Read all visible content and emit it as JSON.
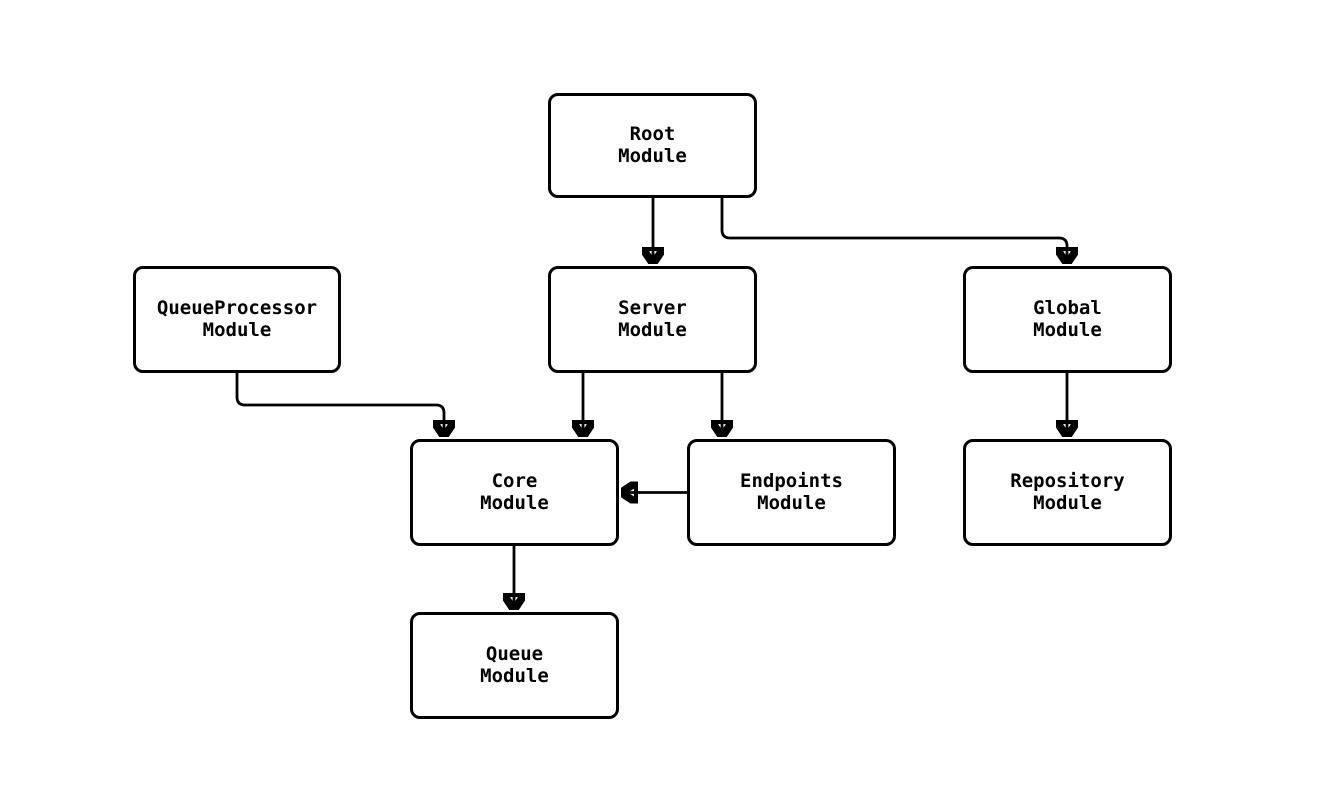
{
  "diagram": {
    "type": "flowchart",
    "colors": {
      "background": "#ffffff",
      "node_fill": "#ffffff",
      "node_border": "#000000",
      "edge": "#000000",
      "text": "#000000"
    },
    "nodes": {
      "root": {
        "line1": "Root",
        "line2": "Module"
      },
      "queueprocessor": {
        "line1": "QueueProcessor",
        "line2": "Module"
      },
      "server": {
        "line1": "Server",
        "line2": "Module"
      },
      "global": {
        "line1": "Global",
        "line2": "Module"
      },
      "core": {
        "line1": "Core",
        "line2": "Module"
      },
      "endpoints": {
        "line1": "Endpoints",
        "line2": "Module"
      },
      "repository": {
        "line1": "Repository",
        "line2": "Module"
      },
      "queue": {
        "line1": "Queue",
        "line2": "Module"
      }
    },
    "edges": [
      {
        "from": "Root Module",
        "to": "Server Module"
      },
      {
        "from": "Root Module",
        "to": "Global Module"
      },
      {
        "from": "QueueProcessor Module",
        "to": "Core Module"
      },
      {
        "from": "Server Module",
        "to": "Core Module"
      },
      {
        "from": "Server Module",
        "to": "Endpoints Module"
      },
      {
        "from": "Endpoints Module",
        "to": "Core Module"
      },
      {
        "from": "Global Module",
        "to": "Repository Module"
      },
      {
        "from": "Core Module",
        "to": "Queue Module"
      }
    ]
  }
}
